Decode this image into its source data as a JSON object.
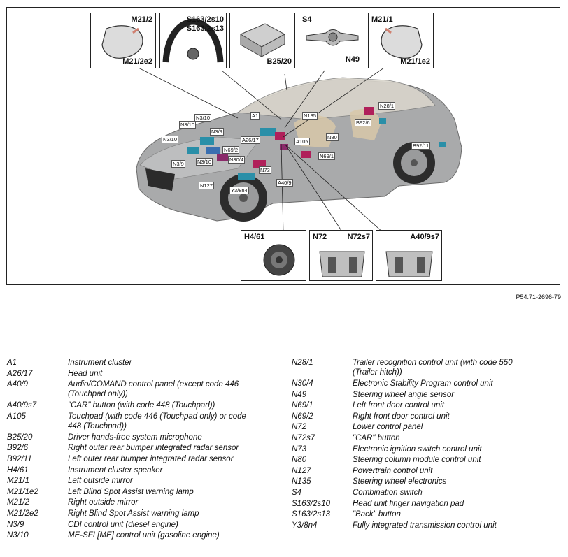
{
  "figure_ref": "P54.71-2696-79",
  "callouts": {
    "m212": [
      "M21/2",
      "M21/2e2"
    ],
    "steering": [
      "S163/2s10",
      "S163/2s13"
    ],
    "mic": [
      "B25/20"
    ],
    "s4": [
      "S4",
      "N49"
    ],
    "m211": [
      "M21/1",
      "M21/1e2"
    ],
    "h461": [
      "H4/61"
    ],
    "n72": [
      "N72",
      "N72s7"
    ],
    "a409s7": [
      "A40/9s7"
    ]
  },
  "markers": [
    "N3/10",
    "N3/10",
    "N3/10",
    "N3/9",
    "N69/2",
    "N3/9",
    "N3/10",
    "A1",
    "A26/17",
    "N30/4",
    "N73",
    "N135",
    "N80",
    "A105",
    "N69/1",
    "A40/9",
    "N127",
    "Y3/8n4",
    "N28/1",
    "B92/6",
    "B92/11"
  ],
  "legend_left": [
    {
      "code": "A1",
      "desc": [
        "Instrument cluster"
      ]
    },
    {
      "code": "A26/17",
      "desc": [
        "Head unit"
      ]
    },
    {
      "code": "A40/9",
      "desc": [
        "Audio/COMAND control panel (except code 446",
        "(Touchpad only))"
      ]
    },
    {
      "code": "A40/9s7",
      "desc": [
        "\"CAR\" button (with code 448 (Touchpad))"
      ]
    },
    {
      "code": "A105",
      "desc": [
        "Touchpad (with code 446 (Touchpad only) or code",
        "448 (Touchpad))"
      ]
    },
    {
      "code": "B25/20",
      "desc": [
        "Driver hands-free system microphone"
      ]
    },
    {
      "code": "B92/6",
      "desc": [
        "Right outer rear bumper integrated radar sensor"
      ]
    },
    {
      "code": "B92/11",
      "desc": [
        "Left outer rear bumper integrated radar sensor"
      ]
    },
    {
      "code": "H4/61",
      "desc": [
        "Instrument cluster speaker"
      ]
    },
    {
      "code": "M21/1",
      "desc": [
        "Left outside mirror"
      ]
    },
    {
      "code": "M21/1e2",
      "desc": [
        "Left Blind Spot Assist warning lamp"
      ]
    },
    {
      "code": "M21/2",
      "desc": [
        "Right outside mirror"
      ]
    },
    {
      "code": "M21/2e2",
      "desc": [
        "Right Blind Spot Assist warning lamp"
      ]
    },
    {
      "code": "N3/9",
      "desc": [
        "CDI control unit (diesel engine)"
      ]
    },
    {
      "code": "N3/10",
      "desc": [
        "ME-SFI [ME] control unit (gasoline engine)"
      ]
    }
  ],
  "legend_right": [
    {
      "code": "N28/1",
      "desc": [
        "Trailer recognition control unit (with code 550",
        "(Trailer hitch))"
      ]
    },
    {
      "code": "N30/4",
      "desc": [
        "Electronic Stability Program control unit"
      ]
    },
    {
      "code": "N49",
      "desc": [
        "Steering wheel angle sensor"
      ]
    },
    {
      "code": "N69/1",
      "desc": [
        "Left front door control unit"
      ]
    },
    {
      "code": "N69/2",
      "desc": [
        "Right front door control unit"
      ]
    },
    {
      "code": "N72",
      "desc": [
        "Lower control panel"
      ]
    },
    {
      "code": "N72s7",
      "desc": [
        "\"CAR\" button"
      ]
    },
    {
      "code": "N73",
      "desc": [
        "Electronic ignition switch control unit"
      ]
    },
    {
      "code": "N80",
      "desc": [
        "Steering column module control unit"
      ]
    },
    {
      "code": "N127",
      "desc": [
        "Powertrain control unit"
      ]
    },
    {
      "code": "N135",
      "desc": [
        "Steering wheel electronics"
      ]
    },
    {
      "code": "S4",
      "desc": [
        "Combination switch"
      ]
    },
    {
      "code": "S163/2s10",
      "desc": [
        "Head unit finger navigation pad"
      ]
    },
    {
      "code": "S163/2s13",
      "desc": [
        "\"Back\" button"
      ]
    },
    {
      "code": "Y3/8n4",
      "desc": [
        "Fully integrated transmission control unit"
      ]
    }
  ]
}
